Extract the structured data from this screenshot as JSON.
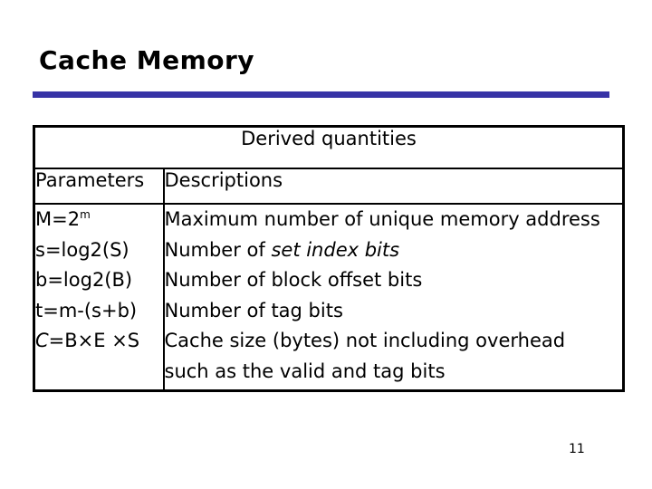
{
  "slide": {
    "title": "Cache Memory",
    "page_number": "11"
  },
  "colors": {
    "accent_rule": "#3733A6",
    "text": "#000000",
    "table_border": "#000000",
    "background": "#ffffff"
  },
  "table": {
    "header": "Derived quantities",
    "column_headers": {
      "parameters": "Parameters",
      "descriptions": "Descriptions"
    },
    "parameters": {
      "p1_base": "M=2",
      "p1_sup": "m",
      "p2": "s=log2(S)",
      "p3": "b=log2(B)",
      "p4": "t=m-(s+b)",
      "p5_var": "C",
      "p5_rest": "=B×E ×S"
    },
    "descriptions": {
      "d1": "Maximum number of unique memory address",
      "d2_prefix": "Number of ",
      "d2_italic": "set index bits",
      "d3": "Number of block offset bits",
      "d4": "Number of tag bits",
      "d5_line1": "Cache size (bytes) not including overhead",
      "d5_line2": "such as the valid and tag bits"
    }
  }
}
